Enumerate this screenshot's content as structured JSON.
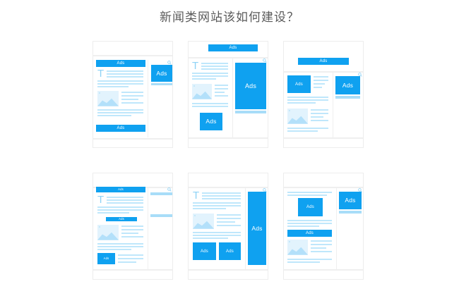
{
  "page": {
    "title": "新闻类网站该如何建设？",
    "background": "#ffffff",
    "title_color": "#5a5a5a"
  },
  "colors": {
    "ad_blue": "#0fa1f0",
    "line_blue": "#bfe7fb",
    "bar_blue": "#a8ddf8",
    "image_blue": "#e2f3fd",
    "card_border": "#ededed"
  },
  "labels": {
    "ad": "Ads",
    "dropcap": "T",
    "search_icon": "search-icon"
  },
  "layouts": [
    {
      "id": "layout-1",
      "name": "top-banner-sidebar-ad-footer-ad",
      "ads": [
        "Ads",
        "Ads",
        "Ads"
      ],
      "has_search": true,
      "has_image": true,
      "has_dropcap": true
    },
    {
      "id": "layout-2",
      "name": "header-banner-tall-sidebar-ad-inline-ad",
      "ads": [
        "Ads",
        "Ads",
        "Ads"
      ],
      "has_search": true,
      "has_image": true,
      "has_dropcap": true
    },
    {
      "id": "layout-3",
      "name": "offset-banner-inline-left-ad-sidebar-ad",
      "ads": [
        "Ads",
        "Ads",
        "Ads"
      ],
      "has_search": true,
      "has_image": true,
      "has_dropcap": false
    },
    {
      "id": "layout-4",
      "name": "top-banner-midtext-ad-bottom-left-ad",
      "ads": [
        "Ads",
        "Ads",
        "Ads"
      ],
      "has_search": true,
      "has_image": true,
      "has_dropcap": true
    },
    {
      "id": "layout-5",
      "name": "full-height-sidebar-ad-two-footer-ads",
      "ads": [
        "Ads",
        "Ads",
        "Ads"
      ],
      "has_search": true,
      "has_image": true,
      "has_dropcap": true
    },
    {
      "id": "layout-6",
      "name": "inline-box-ad-banner-ad-sidebar-ad",
      "ads": [
        "Ads",
        "Ads",
        "Ads"
      ],
      "has_search": true,
      "has_image": true,
      "has_dropcap": false
    }
  ]
}
